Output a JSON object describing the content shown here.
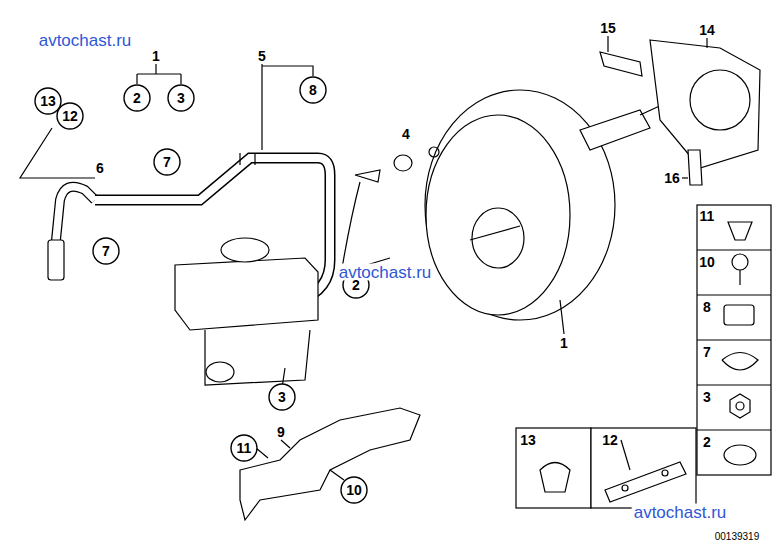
{
  "diagram": {
    "labels": [
      "avtochast.ru",
      "1",
      "2",
      "3",
      "5",
      "8",
      "15",
      "14",
      "13",
      "12",
      "4",
      "7",
      "6",
      "16",
      "11",
      "7",
      "10",
      "avtochast.ru",
      "2",
      "8",
      "1",
      "7",
      "3",
      "3",
      "9",
      "13",
      "12",
      "11",
      "2",
      "10",
      "avtochast.ru",
      "00139319"
    ]
  }
}
